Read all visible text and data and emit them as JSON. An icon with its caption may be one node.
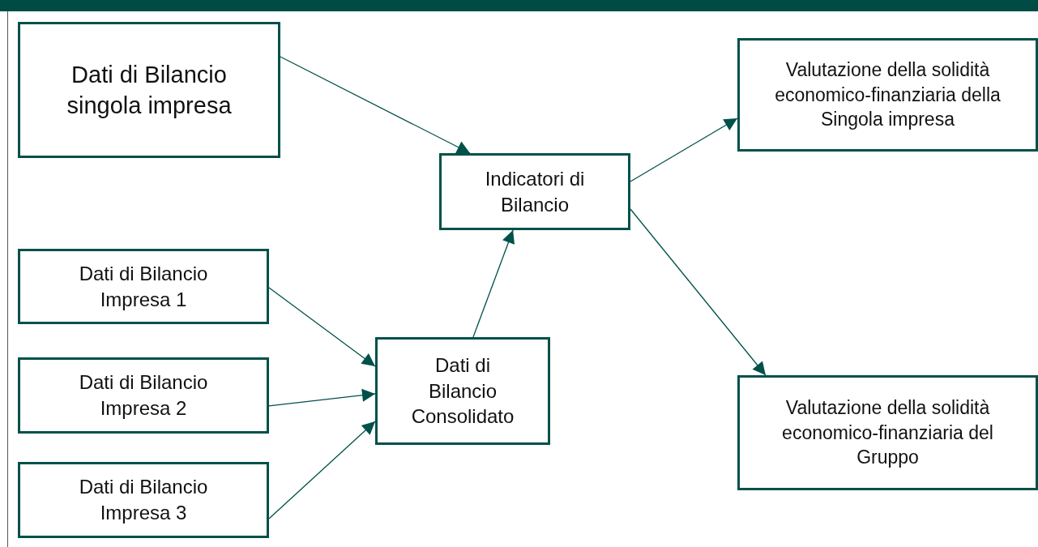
{
  "diagram": {
    "nodes": [
      {
        "text": [
          "Dati di Bilancio singola impresa"
        ]
      },
      {
        "text": [
          "Indicatori di Bilancio"
        ]
      },
      {
        "text": [
          "Valutazione della solidità economico-finanziaria della Singola impresa"
        ]
      },
      {
        "text": [
          "Dati di Bilancio Impresa 1"
        ]
      },
      {
        "text": [
          "Dati di Bilancio Impresa 2"
        ]
      },
      {
        "text": [
          "Dati di Bilancio Impresa 3"
        ]
      },
      {
        "text": [
          "Dati di Bilancio Consolidato"
        ]
      },
      {
        "text": [
          "Valutazione della solidità economico-finanziaria del Gruppo"
        ]
      }
    ],
    "edges": [
      {
        "from": 0,
        "to": 1,
        "arrow": "to"
      },
      {
        "from": 1,
        "to": 2,
        "arrow": "to"
      },
      {
        "from": 1,
        "to": 7,
        "arrow": "to"
      },
      {
        "from": 3,
        "to": 6,
        "arrow": "to"
      },
      {
        "from": 4,
        "to": 6,
        "arrow": "to"
      },
      {
        "from": 5,
        "to": 6,
        "arrow": "to"
      },
      {
        "from": 6,
        "to": 1,
        "arrow": "to"
      }
    ]
  }
}
